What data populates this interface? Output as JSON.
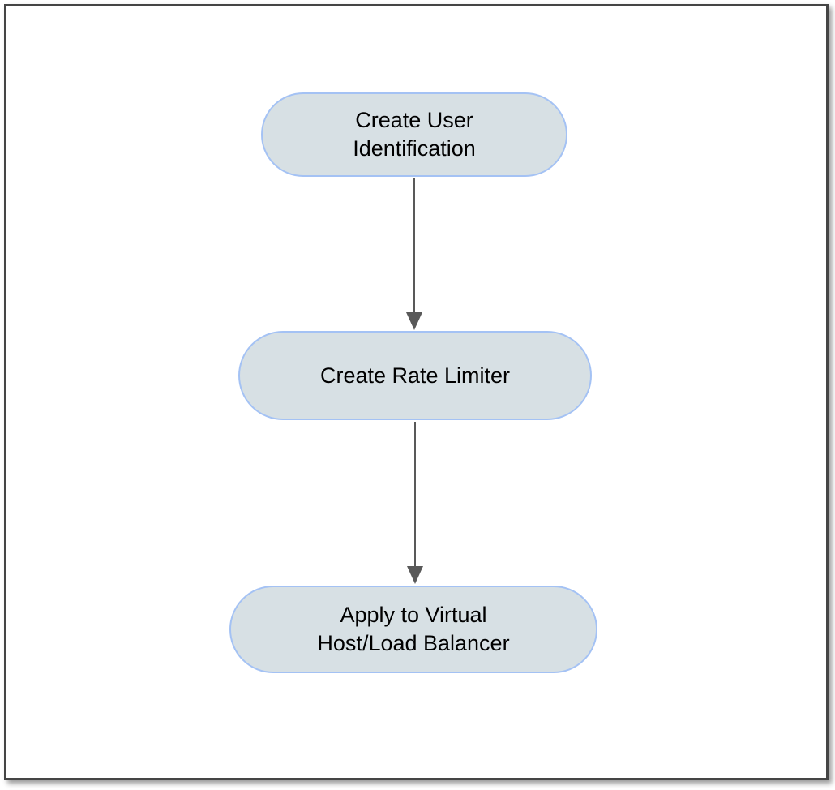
{
  "diagram": {
    "type": "flowchart",
    "nodes": [
      {
        "id": "create-user-identification",
        "shape": "stadium",
        "label": "Create User\nIdentification"
      },
      {
        "id": "create-rate-limiter",
        "shape": "stadium",
        "label": "Create Rate Limiter"
      },
      {
        "id": "apply-virtual-host-load-balancer",
        "shape": "stadium",
        "label": "Apply to Virtual\nHost/Load Balancer"
      }
    ],
    "connections": [
      {
        "from": "create-user-identification",
        "to": "create-rate-limiter",
        "style": "arrow-down"
      },
      {
        "from": "create-rate-limiter",
        "to": "apply-virtual-host-load-balancer",
        "style": "arrow-down"
      }
    ],
    "colors": {
      "node_fill": "#d7e0e4",
      "node_border": "#a4c2f4",
      "node_text": "#000000",
      "arrow": "#595959",
      "frame_border": "#454545",
      "background": "#ffffff"
    }
  }
}
